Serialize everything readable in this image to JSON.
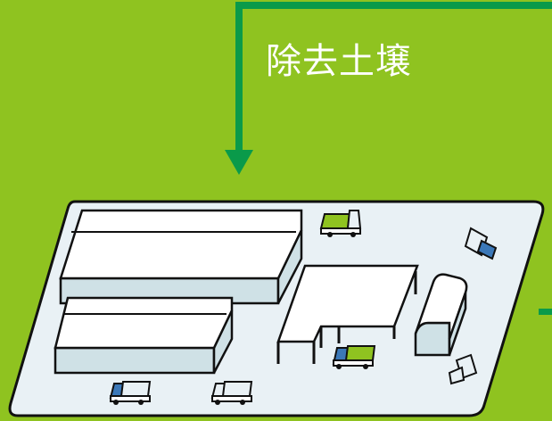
{
  "label": {
    "text": "除去土壌"
  },
  "colors": {
    "background": "#8fc320",
    "arrow": "#0a9a4a",
    "site": "#e9f1f5",
    "outline": "#111111",
    "building_wall": "#cfe1e6",
    "truck_cargo": "#8fc320",
    "truck_cab": "#3b78b8"
  },
  "icons": [
    "flow-arrow",
    "storage-site",
    "warehouse",
    "open-shed",
    "quonset-hut",
    "dump-truck"
  ]
}
